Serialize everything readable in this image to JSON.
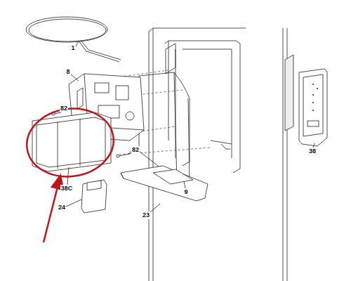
{
  "diagram": {
    "labels": [
      "1",
      "8",
      "82",
      "82",
      "38C",
      "24",
      "23",
      "9",
      "38"
    ]
  }
}
